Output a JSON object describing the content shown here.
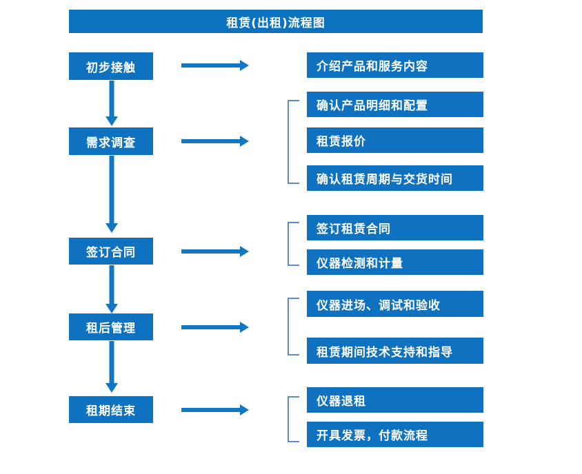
{
  "diagram": {
    "title": "租赁(出租)流程图",
    "colors": {
      "box_blue": "#0f72c0",
      "title_blue": "#0b72bf",
      "arrow_blue": "#1176c4",
      "bracket_blue": "#5b8bc0",
      "text_white": "#ffffff",
      "background": "#ffffff"
    },
    "stages": [
      {
        "label": "初步接触"
      },
      {
        "label": "需求调查"
      },
      {
        "label": "签订合同"
      },
      {
        "label": "租后管理"
      },
      {
        "label": "租期结束"
      }
    ],
    "details": [
      {
        "label": "介绍产品和服务内容"
      },
      {
        "label": "确认产品明细和配置"
      },
      {
        "label": "租赁报价"
      },
      {
        "label": "确认租赁周期与交货时间"
      },
      {
        "label": "签订租赁合同"
      },
      {
        "label": "仪器检测和计量"
      },
      {
        "label": "仪器进场、调试和验收"
      },
      {
        "label": "租赁期间技术支持和指导"
      },
      {
        "label": "仪器退租"
      },
      {
        "label": "开具发票，付款流程"
      }
    ],
    "icons": {
      "down_arrow": "down-arrow-icon",
      "right_arrow": "right-arrow-icon",
      "group_bracket": "group-bracket-icon"
    }
  }
}
